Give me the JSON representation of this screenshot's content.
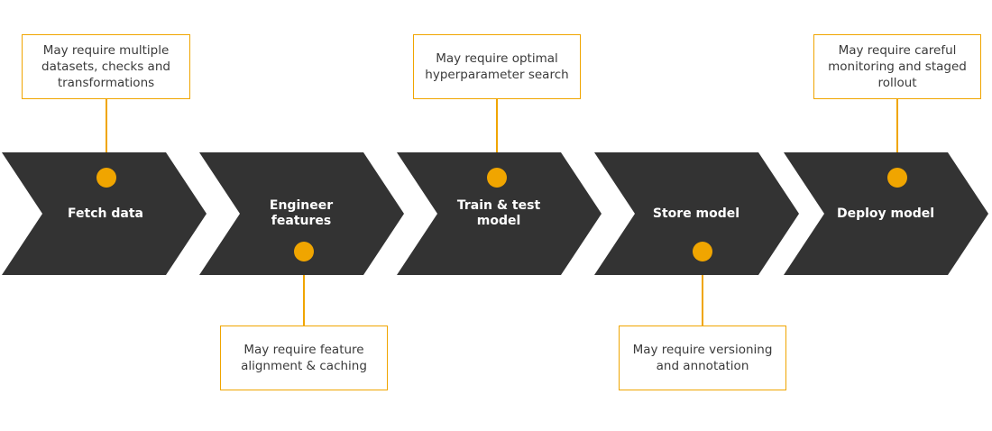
{
  "colors": {
    "chevron_fill": "#333333",
    "accent": "#f0a500",
    "label_text": "#ffffff",
    "note_text": "#3a3a3a",
    "note_border": "#f0a500"
  },
  "stages": [
    {
      "label": "Fetch data",
      "note": "May require multiple datasets, checks and transformations",
      "note_position": "top"
    },
    {
      "label": "Engineer\nfeatures",
      "note": "May require feature alignment & caching",
      "note_position": "bottom"
    },
    {
      "label": "Train & test\nmodel",
      "note": "May require optimal hyperparameter search",
      "note_position": "top"
    },
    {
      "label": "Store model",
      "note": "May require versioning and annotation",
      "note_position": "bottom"
    },
    {
      "label": "Deploy model",
      "note": "May require  careful monitoring and staged rollout",
      "note_position": "top"
    }
  ]
}
